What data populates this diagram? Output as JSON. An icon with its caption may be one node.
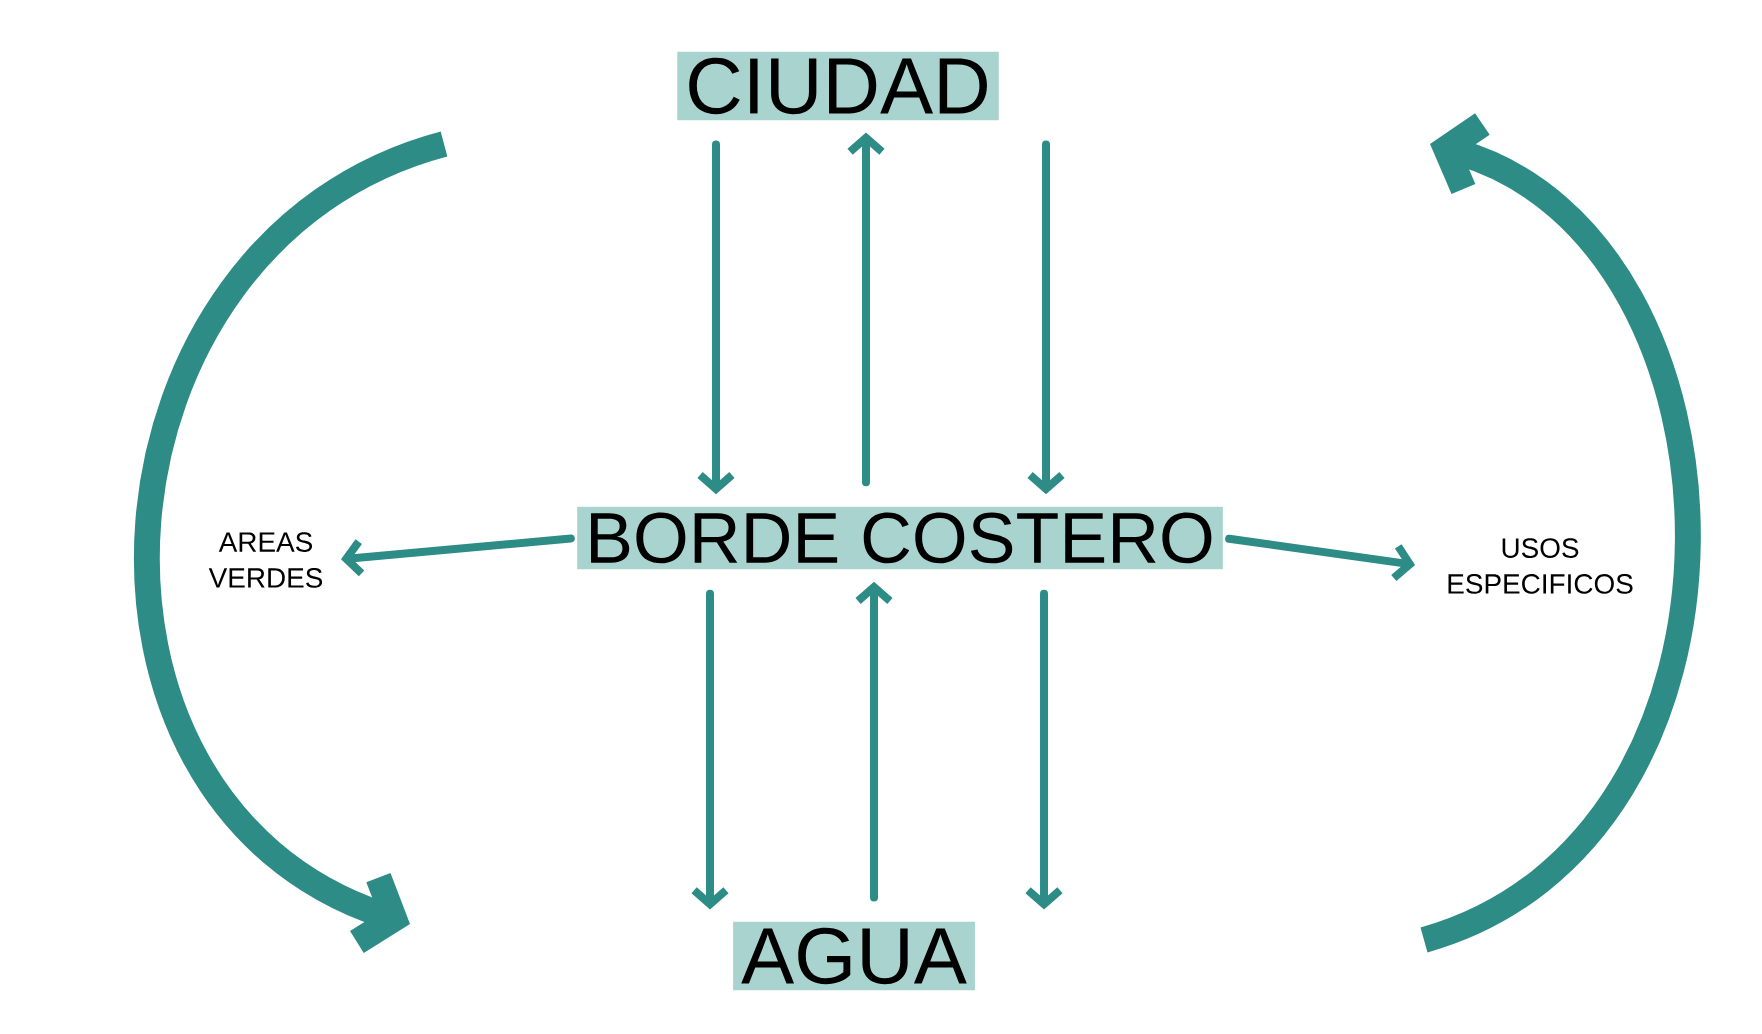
{
  "diagram": {
    "nodes": [
      {
        "text": [
          "CIUDAD"
        ]
      },
      {
        "text": [
          "BORDE COSTERO"
        ]
      },
      {
        "text": [
          "AGUA"
        ]
      },
      {
        "text": [
          "AREAS VERDES"
        ]
      },
      {
        "text": [
          "USOS ESPECIFICOS"
        ]
      }
    ],
    "edges": [
      {
        "from": 0,
        "to": 1,
        "arrow": "to"
      },
      {
        "from": 1,
        "to": 0,
        "arrow": "to"
      },
      {
        "from": 0,
        "to": 1,
        "arrow": "to"
      },
      {
        "from": 1,
        "to": 2,
        "arrow": "to"
      },
      {
        "from": 2,
        "to": 1,
        "arrow": "to"
      },
      {
        "from": 1,
        "to": 2,
        "arrow": "to"
      },
      {
        "from": 1,
        "to": 3,
        "arrow": "to"
      },
      {
        "from": 1,
        "to": 4,
        "arrow": "to"
      }
    ]
  }
}
